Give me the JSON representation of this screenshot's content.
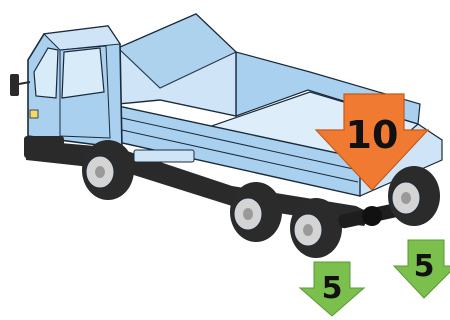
{
  "diagram": {
    "load_arrow": {
      "label": "10",
      "color": "#f07a32",
      "edge_color": "#c85a1a"
    },
    "reaction_arrows": [
      {
        "label": "5",
        "color": "#7bbf4c",
        "edge_color": "#5a9a36"
      },
      {
        "label": "5",
        "color": "#7bbf4c",
        "edge_color": "#5a9a36"
      }
    ],
    "truck": {
      "body_color": "#a9d0ee",
      "body_light": "#cfe5f7",
      "deck_color": "#ddeefa",
      "chassis_color": "#2a2a2a",
      "tire_color": "#2b2b2b",
      "hub_color": "#d4d4d4",
      "outline_color": "#1b2a3a"
    }
  }
}
